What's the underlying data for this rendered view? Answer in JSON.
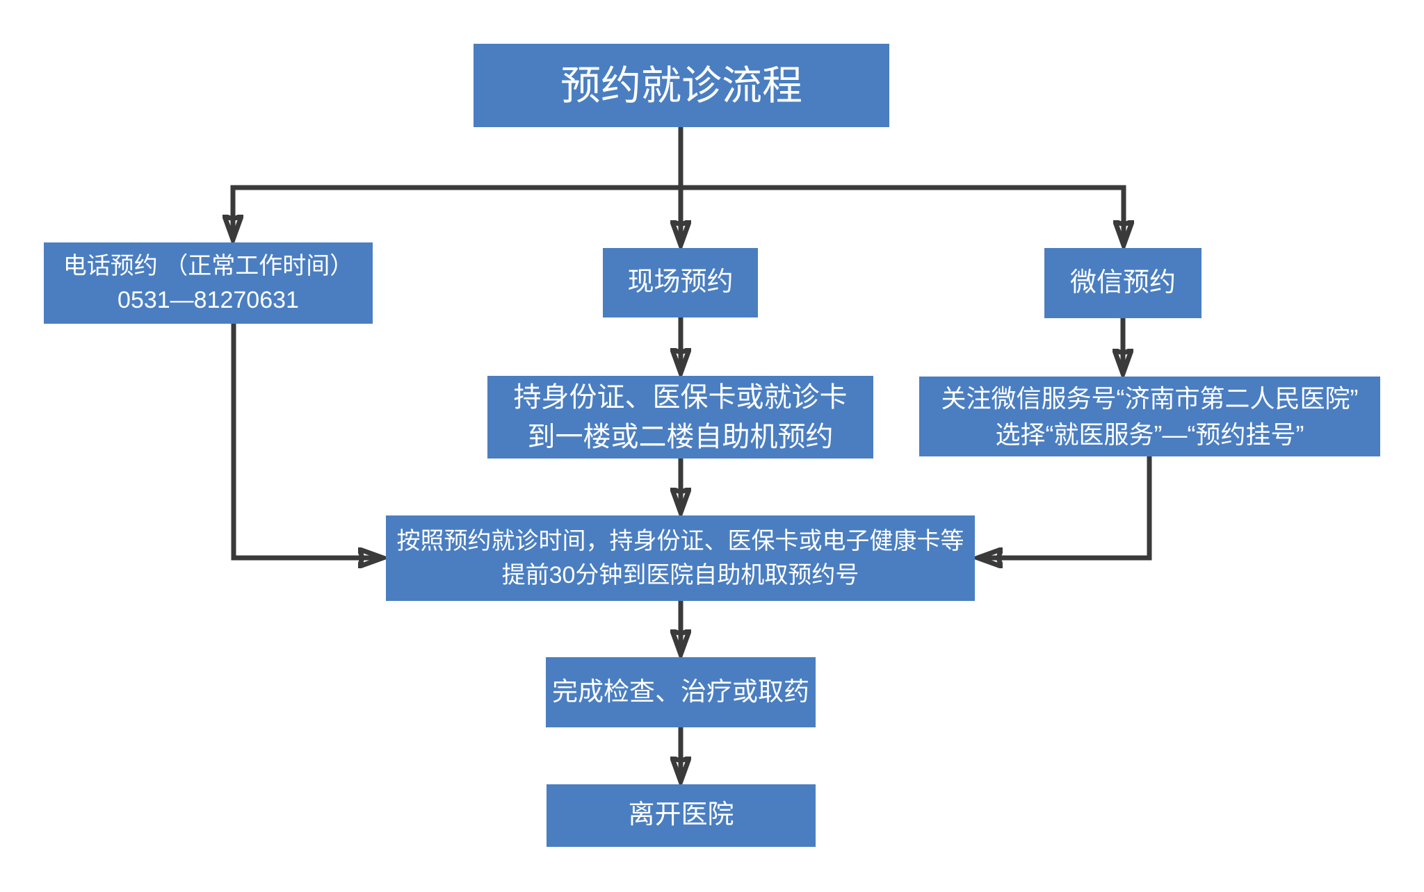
{
  "diagram": {
    "title": "预约就诊流程",
    "colors": {
      "box_fill": "#4A7EC1",
      "line_color": "#3A3A3A",
      "text_color": "#FFFFFF",
      "background": "#FFFFFF"
    },
    "nodes": {
      "title": {
        "lines": [
          "预约就诊流程"
        ]
      },
      "phone": {
        "lines": [
          "电话预约 （正常工作时间）",
          "0531—81270631"
        ]
      },
      "onsite": {
        "lines": [
          "现场预约"
        ]
      },
      "wechat": {
        "lines": [
          "微信预约"
        ]
      },
      "machine": {
        "lines": [
          "持身份证、医保卡或就诊卡",
          "到一楼或二楼自助机预约"
        ]
      },
      "wechat_steps": {
        "lines": [
          "关注微信服务号“济南市第二人民医院”",
          "选择“就医服务”—“预约挂号”"
        ]
      },
      "pickup": {
        "lines": [
          "按照预约就诊时间，持身份证、医保卡或电子健康卡等",
          "提前30分钟到医院自助机取预约号"
        ]
      },
      "complete": {
        "lines": [
          "完成检查、治疗或取药"
        ]
      },
      "leave": {
        "lines": [
          "离开医院"
        ]
      }
    }
  }
}
